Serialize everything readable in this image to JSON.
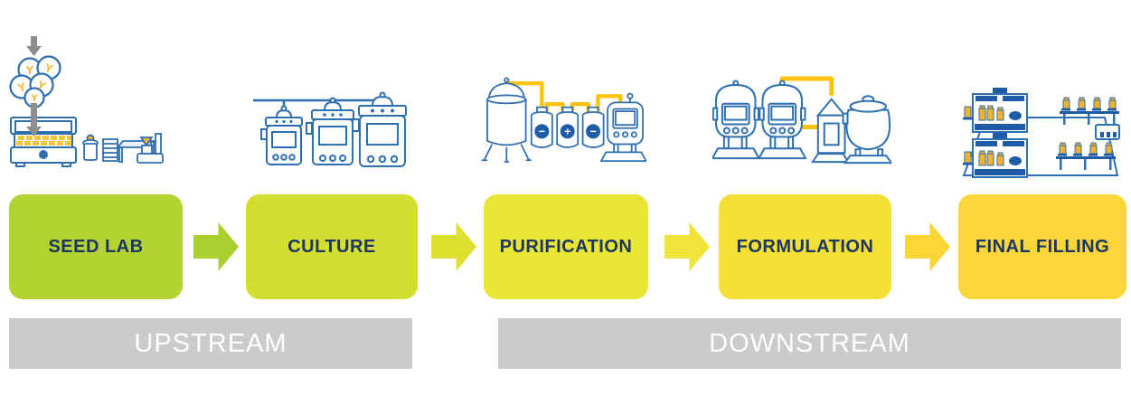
{
  "diagram": {
    "stages": [
      {
        "label": "SEED LAB",
        "box_color": "#b5d233",
        "icon": "seed-lab-icon"
      },
      {
        "label": "CULTURE",
        "box_color": "#d4de31",
        "icon": "bioreactor-train-icon"
      },
      {
        "label": "PURIFICATION",
        "box_color": "#e9e534",
        "icon": "chromatography-skid-icon"
      },
      {
        "label": "FORMULATION",
        "box_color": "#f4df36",
        "icon": "formulation-tanks-icon"
      },
      {
        "label": "FINAL FILLING",
        "box_color": "#fbd639",
        "icon": "filling-line-icon"
      }
    ],
    "arrows": [
      {
        "color": "#a9d02f"
      },
      {
        "color": "#dde02e"
      },
      {
        "color": "#f2e33c"
      },
      {
        "color": "#fbd636"
      }
    ],
    "phases": [
      {
        "label": "UPSTREAM",
        "bar_color": "#cbcbcb",
        "text_color": "#ffffff"
      },
      {
        "label": "DOWNSTREAM",
        "bar_color": "#cbcbcb",
        "text_color": "#ffffff"
      }
    ],
    "stage_label_color": "#1c3664",
    "icons": {
      "antibody_glyph": "Y",
      "column_symbols": [
        "−",
        "+",
        "−"
      ],
      "line_blue": "#2e6fb2",
      "solid_blue": "#1f5ca8",
      "accent_yellow": "#f0b32a",
      "pipe_yellow": "#fcc40f",
      "arrow_gray": "#8e8e8e"
    }
  }
}
